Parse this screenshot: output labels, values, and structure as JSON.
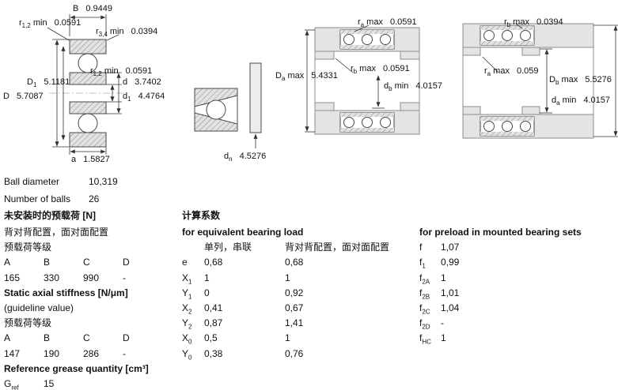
{
  "colors": {
    "drawing_fill": "#e4e4e4",
    "hatch_line": "#8a8a8a"
  },
  "dims": {
    "B": {
      "sym": "B",
      "sub": "",
      "suf": "",
      "val": "0.9449"
    },
    "r12_top": {
      "sym": "r",
      "sub": "1,2",
      "suf": " min",
      "val": "0.0591"
    },
    "r34": {
      "sym": "r",
      "sub": "3,4",
      "suf": " min",
      "val": "0.0394"
    },
    "r12_mid": {
      "sym": "r",
      "sub": "1,2",
      "suf": " min",
      "val": "0.0591"
    },
    "D1": {
      "sym": "D",
      "sub": "1",
      "suf": "",
      "val": "5.1181"
    },
    "d": {
      "sym": "d",
      "sub": "",
      "suf": "",
      "val": "3.7402"
    },
    "D": {
      "sym": "D",
      "sub": "",
      "suf": "",
      "val": "5.7087"
    },
    "d1": {
      "sym": "d",
      "sub": "1",
      "suf": "",
      "val": "4.4764"
    },
    "a": {
      "sym": "a",
      "sub": "",
      "suf": "",
      "val": "1.5827"
    },
    "dn": {
      "sym": "d",
      "sub": "n",
      "suf": "",
      "val": "4.5276"
    },
    "ra_mid": {
      "sym": "r",
      "sub": "a",
      "suf": " max",
      "val": "0.0591"
    },
    "rb_mid": {
      "sym": "r",
      "sub": "b",
      "suf": " max",
      "val": "0.0591"
    },
    "Da_max": {
      "sym": "D",
      "sub": "a",
      "suf": " max",
      "val": "5.4331"
    },
    "db_min": {
      "sym": "d",
      "sub": "b",
      "suf": " min",
      "val": "4.0157"
    },
    "rb_right": {
      "sym": "r",
      "sub": "b",
      "suf": " max",
      "val": "0.0394"
    },
    "ra_right": {
      "sym": "r",
      "sub": "a",
      "suf": " max",
      "val": "0.059"
    },
    "Db_max": {
      "sym": "D",
      "sub": "b",
      "suf": " max",
      "val": "5.5276"
    },
    "da_min": {
      "sym": "d",
      "sub": "a",
      "suf": " min",
      "val": "4.0157"
    }
  },
  "specs": {
    "ball_diameter_label": "Ball diameter",
    "ball_diameter_value": "10,319",
    "number_of_balls_label": "Number of balls",
    "number_of_balls_value": "26"
  },
  "preload_unmounted": {
    "title": "未安装时的预载荷 [N]",
    "subtitle": "背对背配置，面对面配置",
    "class_label": "预载荷等级",
    "headers": [
      "A",
      "B",
      "C",
      "D"
    ],
    "values": [
      "165",
      "330",
      "990",
      "-"
    ]
  },
  "stiffness": {
    "title": "Static axial stiffness [N/μm]",
    "subtitle": "(guideline value)",
    "class_label": "预载荷等级",
    "headers": [
      "A",
      "B",
      "C",
      "D"
    ],
    "values": [
      "147",
      "190",
      "286",
      "-"
    ]
  },
  "grease": {
    "title": "Reference grease quantity [cm³]",
    "sym": "G",
    "sub": "ref",
    "value": "15"
  },
  "calc": {
    "title": "计算系数",
    "subtitle": "for equivalent bearing load",
    "col1_header": "单列，串联",
    "col2_header": "背对背配置，面对面配置",
    "rows": [
      {
        "sym": "e",
        "sub": "",
        "v1": "0,68",
        "v2": "0,68"
      },
      {
        "sym": "X",
        "sub": "1",
        "v1": "1",
        "v2": "1"
      },
      {
        "sym": "Y",
        "sub": "1",
        "v1": "0",
        "v2": "0,92"
      },
      {
        "sym": "X",
        "sub": "2",
        "v1": "0,41",
        "v2": "0,67"
      },
      {
        "sym": "Y",
        "sub": "2",
        "v1": "0,87",
        "v2": "1,41"
      },
      {
        "sym": "X",
        "sub": "0",
        "v1": "0,5",
        "v2": "1"
      },
      {
        "sym": "Y",
        "sub": "0",
        "v1": "0,38",
        "v2": "0,76"
      }
    ]
  },
  "preload_mounted": {
    "title": "for preload in mounted bearing sets",
    "rows": [
      {
        "sym": "f",
        "sub": "",
        "v": "1,07"
      },
      {
        "sym": "f",
        "sub": "1",
        "v": "0,99"
      },
      {
        "sym": "f",
        "sub": "2A",
        "v": "1"
      },
      {
        "sym": "f",
        "sub": "2B",
        "v": "1,01"
      },
      {
        "sym": "f",
        "sub": "2C",
        "v": "1,04"
      },
      {
        "sym": "f",
        "sub": "2D",
        "v": "-"
      },
      {
        "sym": "f",
        "sub": "HC",
        "v": "1"
      }
    ]
  }
}
